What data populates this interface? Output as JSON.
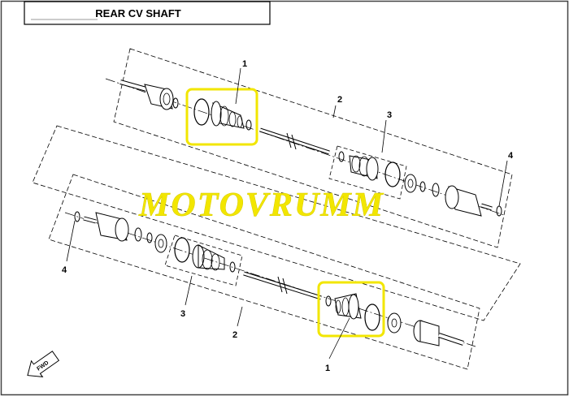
{
  "header": {
    "title": "REAR CV SHAFT"
  },
  "watermark": {
    "text": "MOTOVRUMM"
  },
  "callouts": {
    "top": [
      {
        "label": "1"
      },
      {
        "label": "2"
      },
      {
        "label": "3"
      },
      {
        "label": "4"
      }
    ],
    "bottom": [
      {
        "label": "4"
      },
      {
        "label": "3"
      },
      {
        "label": "2"
      },
      {
        "label": "1"
      }
    ]
  },
  "fwd_badge": {
    "text": "FWD"
  },
  "colors": {
    "line": "#000000",
    "highlight": "#f2e600",
    "watermark": "#f2e600",
    "border": "#555555",
    "background": "#ffffff"
  }
}
